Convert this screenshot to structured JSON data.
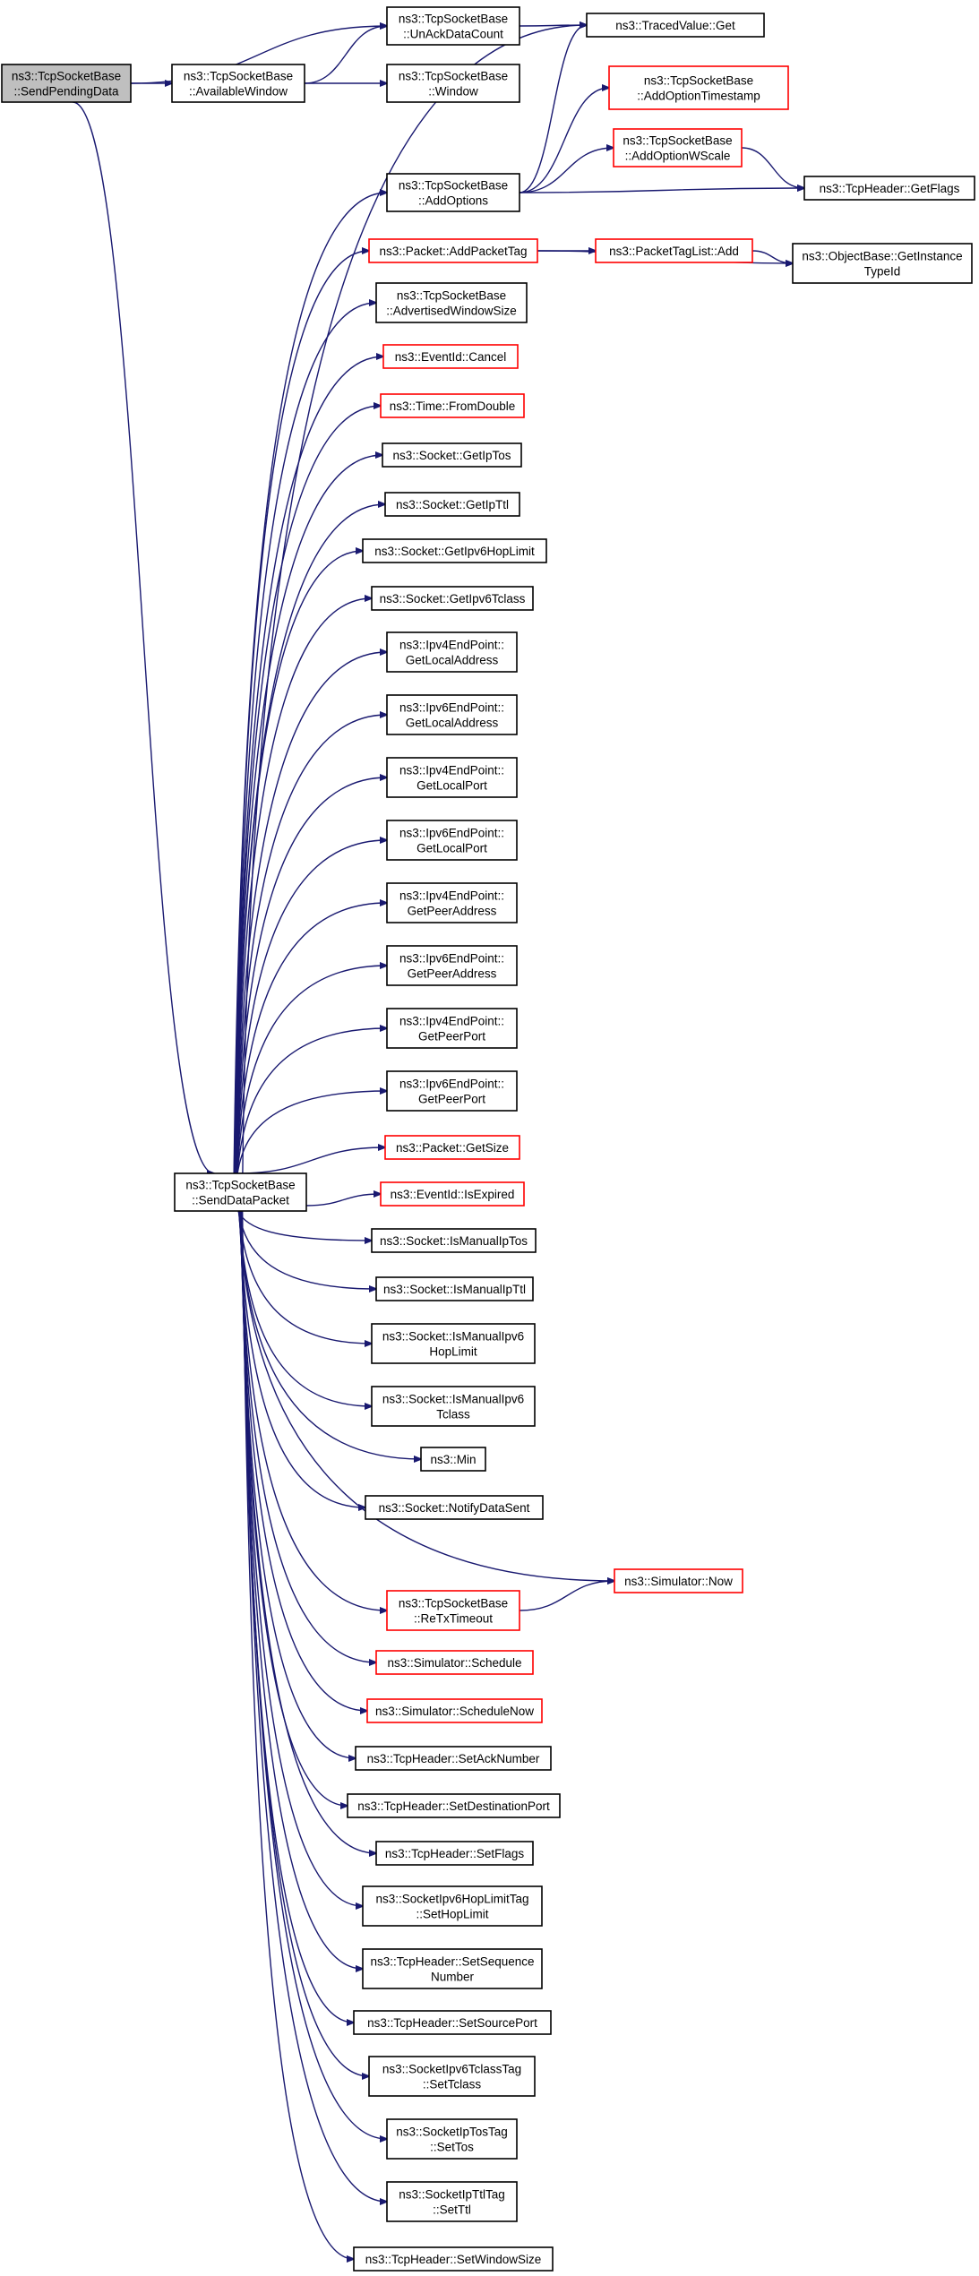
{
  "graph": {
    "edge_color": "#191970",
    "highlight_border_color": "#ff0000",
    "root_fill": "#bfbfbf",
    "nodes": [
      {
        "id": "spd",
        "lines": [
          "ns3::TcpSocketBase",
          "::SendPendingData"
        ],
        "style": "root"
      },
      {
        "id": "aw",
        "lines": [
          "ns3::TcpSocketBase",
          "::AvailableWindow"
        ],
        "style": "normal"
      },
      {
        "id": "uadc",
        "lines": [
          "ns3::TcpSocketBase",
          "::UnAckDataCount"
        ],
        "style": "normal"
      },
      {
        "id": "tvg",
        "lines": [
          "ns3::TracedValue::Get"
        ],
        "style": "normal"
      },
      {
        "id": "win",
        "lines": [
          "ns3::TcpSocketBase",
          "::Window"
        ],
        "style": "normal"
      },
      {
        "id": "aot",
        "lines": [
          "ns3::TcpSocketBase",
          "::AddOptionTimestamp"
        ],
        "style": "red"
      },
      {
        "id": "aow",
        "lines": [
          "ns3::TcpSocketBase",
          "::AddOptionWScale"
        ],
        "style": "red"
      },
      {
        "id": "ao",
        "lines": [
          "ns3::TcpSocketBase",
          "::AddOptions"
        ],
        "style": "normal"
      },
      {
        "id": "thgf",
        "lines": [
          "ns3::TcpHeader::GetFlags"
        ],
        "style": "normal"
      },
      {
        "id": "apt",
        "lines": [
          "ns3::Packet::AddPacketTag"
        ],
        "style": "red"
      },
      {
        "id": "ptla",
        "lines": [
          "ns3::PacketTagList::Add"
        ],
        "style": "red"
      },
      {
        "id": "obgi",
        "lines": [
          "ns3::ObjectBase::GetInstance",
          "TypeId"
        ],
        "style": "normal"
      },
      {
        "id": "aws",
        "lines": [
          "ns3::TcpSocketBase",
          "::AdvertisedWindowSize"
        ],
        "style": "normal"
      },
      {
        "id": "eic",
        "lines": [
          "ns3::EventId::Cancel"
        ],
        "style": "red"
      },
      {
        "id": "tfd",
        "lines": [
          "ns3::Time::FromDouble"
        ],
        "style": "red"
      },
      {
        "id": "sgit",
        "lines": [
          "ns3::Socket::GetIpTos"
        ],
        "style": "normal"
      },
      {
        "id": "sgittl",
        "lines": [
          "ns3::Socket::GetIpTtl"
        ],
        "style": "normal"
      },
      {
        "id": "sgi6hl",
        "lines": [
          "ns3::Socket::GetIpv6HopLimit"
        ],
        "style": "normal"
      },
      {
        "id": "sgi6tc",
        "lines": [
          "ns3::Socket::GetIpv6Tclass"
        ],
        "style": "normal"
      },
      {
        "id": "e4gla",
        "lines": [
          "ns3::Ipv4EndPoint::",
          "GetLocalAddress"
        ],
        "style": "normal"
      },
      {
        "id": "e6gla",
        "lines": [
          "ns3::Ipv6EndPoint::",
          "GetLocalAddress"
        ],
        "style": "normal"
      },
      {
        "id": "e4glp",
        "lines": [
          "ns3::Ipv4EndPoint::",
          "GetLocalPort"
        ],
        "style": "normal"
      },
      {
        "id": "e6glp",
        "lines": [
          "ns3::Ipv6EndPoint::",
          "GetLocalPort"
        ],
        "style": "normal"
      },
      {
        "id": "e4gpa",
        "lines": [
          "ns3::Ipv4EndPoint::",
          "GetPeerAddress"
        ],
        "style": "normal"
      },
      {
        "id": "e6gpa",
        "lines": [
          "ns3::Ipv6EndPoint::",
          "GetPeerAddress"
        ],
        "style": "normal"
      },
      {
        "id": "e4gpp",
        "lines": [
          "ns3::Ipv4EndPoint::",
          "GetPeerPort"
        ],
        "style": "normal"
      },
      {
        "id": "e6gpp",
        "lines": [
          "ns3::Ipv6EndPoint::",
          "GetPeerPort"
        ],
        "style": "normal"
      },
      {
        "id": "sdp",
        "lines": [
          "ns3::TcpSocketBase",
          "::SendDataPacket"
        ],
        "style": "normal"
      },
      {
        "id": "pgs",
        "lines": [
          "ns3::Packet::GetSize"
        ],
        "style": "red"
      },
      {
        "id": "eiie",
        "lines": [
          "ns3::EventId::IsExpired"
        ],
        "style": "red"
      },
      {
        "id": "simt",
        "lines": [
          "ns3::Socket::IsManualIpTos"
        ],
        "style": "normal"
      },
      {
        "id": "simttl",
        "lines": [
          "ns3::Socket::IsManualIpTtl"
        ],
        "style": "normal"
      },
      {
        "id": "sim6hl",
        "lines": [
          "ns3::Socket::IsManualIpv6",
          "HopLimit"
        ],
        "style": "normal"
      },
      {
        "id": "sim6tc",
        "lines": [
          "ns3::Socket::IsManualIpv6",
          "Tclass"
        ],
        "style": "normal"
      },
      {
        "id": "min",
        "lines": [
          "ns3::Min"
        ],
        "style": "normal"
      },
      {
        "id": "snds",
        "lines": [
          "ns3::Socket::NotifyDataSent"
        ],
        "style": "normal"
      },
      {
        "id": "now",
        "lines": [
          "ns3::Simulator::Now"
        ],
        "style": "red"
      },
      {
        "id": "rto",
        "lines": [
          "ns3::TcpSocketBase",
          "::ReTxTimeout"
        ],
        "style": "red"
      },
      {
        "id": "sch",
        "lines": [
          "ns3::Simulator::Schedule"
        ],
        "style": "red"
      },
      {
        "id": "schn",
        "lines": [
          "ns3::Simulator::ScheduleNow"
        ],
        "style": "red"
      },
      {
        "id": "thsan",
        "lines": [
          "ns3::TcpHeader::SetAckNumber"
        ],
        "style": "normal"
      },
      {
        "id": "thsdp",
        "lines": [
          "ns3::TcpHeader::SetDestinationPort"
        ],
        "style": "normal"
      },
      {
        "id": "thsf",
        "lines": [
          "ns3::TcpHeader::SetFlags"
        ],
        "style": "normal"
      },
      {
        "id": "shl",
        "lines": [
          "ns3::SocketIpv6HopLimitTag",
          "::SetHopLimit"
        ],
        "style": "normal"
      },
      {
        "id": "thssn",
        "lines": [
          "ns3::TcpHeader::SetSequence",
          "Number"
        ],
        "style": "normal"
      },
      {
        "id": "thssp",
        "lines": [
          "ns3::TcpHeader::SetSourcePort"
        ],
        "style": "normal"
      },
      {
        "id": "stc",
        "lines": [
          "ns3::SocketIpv6TclassTag",
          "::SetTclass"
        ],
        "style": "normal"
      },
      {
        "id": "stos",
        "lines": [
          "ns3::SocketIpTosTag",
          "::SetTos"
        ],
        "style": "normal"
      },
      {
        "id": "sttl",
        "lines": [
          "ns3::SocketIpTtlTag",
          "::SetTtl"
        ],
        "style": "normal"
      },
      {
        "id": "thsws",
        "lines": [
          "ns3::TcpHeader::SetWindowSize"
        ],
        "style": "normal"
      }
    ],
    "edges": [
      [
        "spd",
        "aw"
      ],
      [
        "spd",
        "uadc"
      ],
      [
        "spd",
        "sdp"
      ],
      [
        "aw",
        "uadc"
      ],
      [
        "aw",
        "win"
      ],
      [
        "uadc",
        "tvg"
      ],
      [
        "ao",
        "tvg"
      ],
      [
        "ao",
        "aot"
      ],
      [
        "ao",
        "aow"
      ],
      [
        "ao",
        "thgf"
      ],
      [
        "aow",
        "thgf"
      ],
      [
        "apt",
        "ptla"
      ],
      [
        "apt",
        "obgi"
      ],
      [
        "ptla",
        "obgi"
      ],
      [
        "sdp",
        "ao"
      ],
      [
        "sdp",
        "apt"
      ],
      [
        "sdp",
        "aws"
      ],
      [
        "sdp",
        "eic"
      ],
      [
        "sdp",
        "tfd"
      ],
      [
        "sdp",
        "sgit"
      ],
      [
        "sdp",
        "sgittl"
      ],
      [
        "sdp",
        "sgi6hl"
      ],
      [
        "sdp",
        "sgi6tc"
      ],
      [
        "sdp",
        "e4gla"
      ],
      [
        "sdp",
        "e6gla"
      ],
      [
        "sdp",
        "e4glp"
      ],
      [
        "sdp",
        "e6glp"
      ],
      [
        "sdp",
        "e4gpa"
      ],
      [
        "sdp",
        "e6gpa"
      ],
      [
        "sdp",
        "e4gpp"
      ],
      [
        "sdp",
        "e6gpp"
      ],
      [
        "sdp",
        "pgs"
      ],
      [
        "sdp",
        "eiie"
      ],
      [
        "sdp",
        "simt"
      ],
      [
        "sdp",
        "simttl"
      ],
      [
        "sdp",
        "sim6hl"
      ],
      [
        "sdp",
        "sim6tc"
      ],
      [
        "sdp",
        "min"
      ],
      [
        "sdp",
        "snds"
      ],
      [
        "sdp",
        "now"
      ],
      [
        "sdp",
        "rto"
      ],
      [
        "rto",
        "now"
      ],
      [
        "sdp",
        "sch"
      ],
      [
        "sdp",
        "schn"
      ],
      [
        "sdp",
        "thsan"
      ],
      [
        "sdp",
        "thsdp"
      ],
      [
        "sdp",
        "thsf"
      ],
      [
        "sdp",
        "shl"
      ],
      [
        "sdp",
        "thssn"
      ],
      [
        "sdp",
        "thssp"
      ],
      [
        "sdp",
        "stc"
      ],
      [
        "sdp",
        "stos"
      ],
      [
        "sdp",
        "sttl"
      ],
      [
        "sdp",
        "thsws"
      ],
      [
        "sdp",
        "tvg"
      ]
    ]
  }
}
